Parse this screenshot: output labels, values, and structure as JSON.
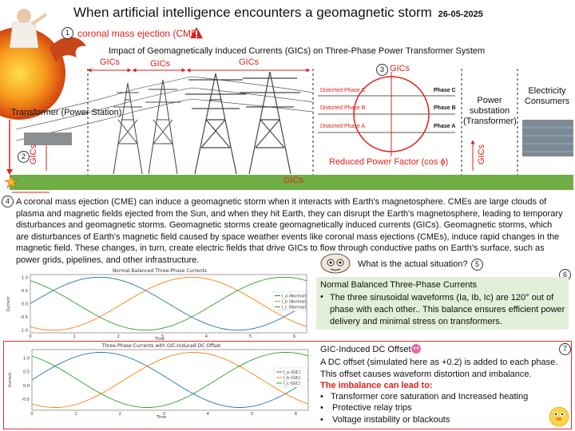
{
  "header": {
    "title": "When artificial intelligence encounters a geomagnetic storm",
    "date": "26-05-2025"
  },
  "steps": {
    "s1": "1",
    "s2": "2",
    "s3": "3",
    "s4": "4",
    "s5": "5",
    "s6": "6",
    "s7": "7"
  },
  "cme": {
    "label": "coronal mass ejection (CME)"
  },
  "diagram": {
    "subtitle": "Impact of Geomagnetically Induced Currents (GICs) on Three-Phase Power Transformer System",
    "gics_label": "GICs",
    "transformer_label": "Transformer (Power Station)",
    "substation_label": "Power substation (Transformer)",
    "consumers_label": "Electricity Consumers",
    "distorted": [
      "Distorted Phase C",
      "Distorted Phase B",
      "Distorted Phase A"
    ],
    "phases": [
      "Phase C",
      "Phase B",
      "Phase A"
    ],
    "reduced_pf": "Reduced Power Factor (cos ϕ)"
  },
  "description": "A coronal mass ejection (CME) can induce a geomagnetic storm when it interacts with Earth's magnetosphere. CMEs are large clouds of plasma and magnetic fields ejected from the Sun, and when they hit Earth, they can disrupt the Earth's magnetosphere, leading to temporary disturbances and geomagnetic storms. Geomagnetic storms create geomagnetically induced currents (GICs). Geomagnetic storms, which are disturbances of Earth's magnetic field caused by space weather events like coronal mass ejections (CMEs), induce rapid changes in the magnetic field. These changes, in turn, create electric fields that drive GICs to flow through conductive paths on Earth's surface, such as power grids, pipelines, and other infrastructure.",
  "question": "What is the actual situation?",
  "normal": {
    "title": "Normal Balanced Three-Phase Currents",
    "body": "The three sinusoidal waveforms (Ia, Ib, Ic) are 120° out of phase with each other.. This balance ensures efficient power delivery and minimal stress on transformers."
  },
  "gic_offset": {
    "title": "GIC-Induced DC Offset",
    "body": "A DC offset (simulated here as +0.2) is added to each phase. This offset causes waveform distortion and imbalance.",
    "lead": "The imbalance can lead to:",
    "items": [
      "Transformer core saturation and Increased heating",
      "Protective relay trips",
      "Voltage instability or blackouts"
    ]
  },
  "colors": {
    "accent_red": "#e0201b",
    "ground_green": "#6fae45",
    "box_green": "#e2efd9"
  },
  "chart_data": [
    {
      "type": "line",
      "title": "Normal Balanced Three-Phase Currents",
      "xlabel": "Time",
      "ylabel": "Current",
      "xlim": [
        0,
        6.28
      ],
      "ylim": [
        -1.1,
        1.1
      ],
      "xticks": [
        "0",
        "1",
        "2",
        "3",
        "4",
        "5",
        "6"
      ],
      "yticks": [
        "1.0",
        "0.5",
        "0.0",
        "-0.5",
        "-1.0"
      ],
      "legend": "right",
      "series": [
        {
          "name": "I_a (Normal)",
          "color": "#1f77b4",
          "offset": 0,
          "phase_deg": 0
        },
        {
          "name": "I_b (Normal)",
          "color": "#ff7f0e",
          "offset": 0,
          "phase_deg": -120
        },
        {
          "name": "I_c (Normal)",
          "color": "#2ca02c",
          "offset": 0,
          "phase_deg": 120
        }
      ]
    },
    {
      "type": "line",
      "title": "Three-Phase Currents with GIC-Induced DC Offset",
      "xlabel": "Time",
      "ylabel": "Current",
      "xlim": [
        0,
        6.28
      ],
      "ylim": [
        -0.9,
        1.3
      ],
      "xticks": [
        "0",
        "1",
        "2",
        "3",
        "4",
        "5",
        "6"
      ],
      "yticks": [
        "1.0",
        "0.5",
        "0.0",
        "-0.5"
      ],
      "legend": "right",
      "series": [
        {
          "name": "I_a (GIC)",
          "color": "#1f77b4",
          "offset": 0.2,
          "phase_deg": 0
        },
        {
          "name": "I_b (GIC)",
          "color": "#ff7f0e",
          "offset": 0.2,
          "phase_deg": -120
        },
        {
          "name": "I_c (GIC)",
          "color": "#2ca02c",
          "offset": 0.2,
          "phase_deg": 120
        }
      ]
    }
  ]
}
